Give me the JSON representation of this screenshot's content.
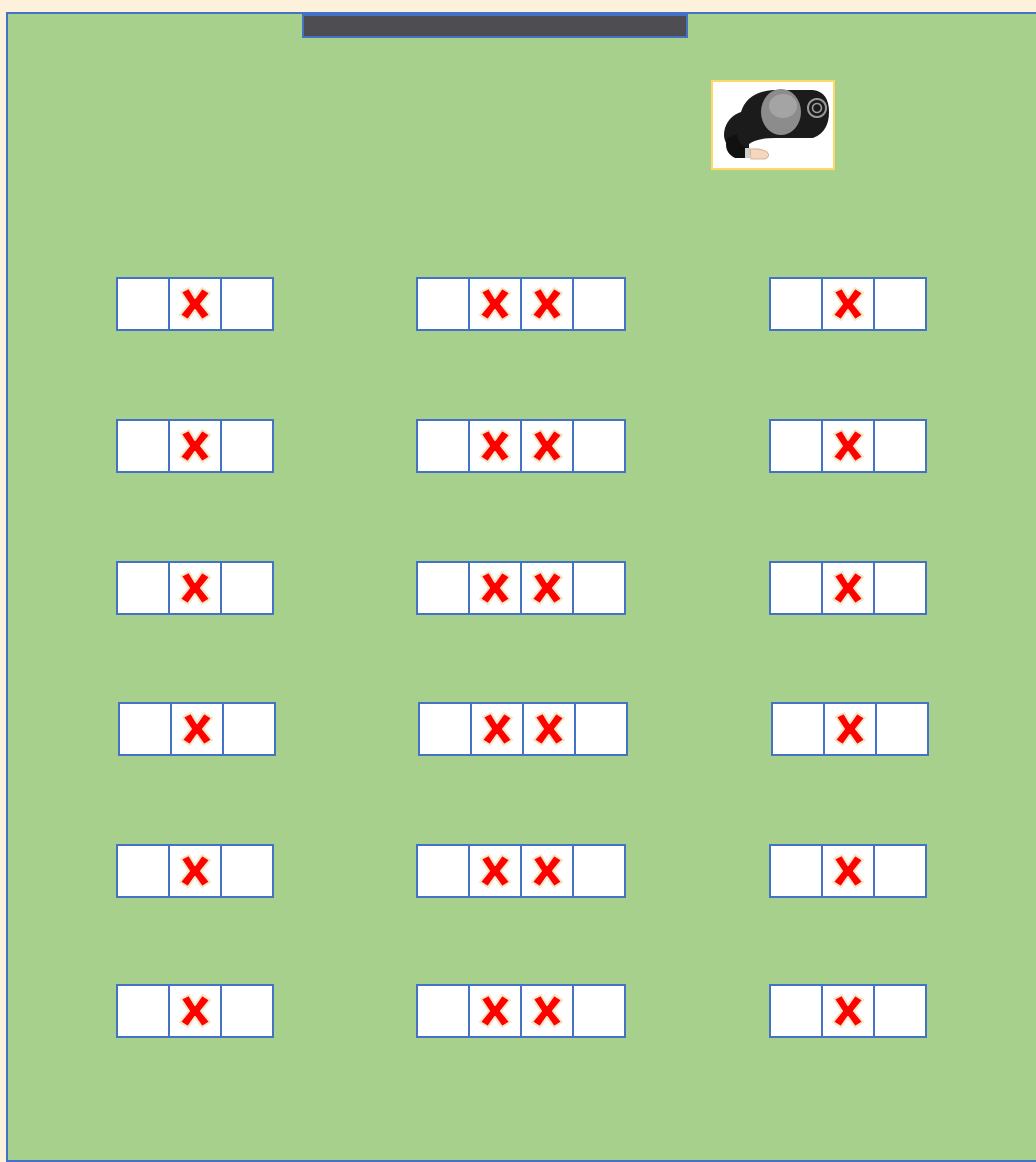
{
  "room": {
    "background_color": "#a8d08d",
    "border_color": "#4472c4",
    "board_color": "#4d4d52",
    "teacher_icon": "teacher-at-desk-icon"
  },
  "seat_marker": {
    "icon": "red-x-icon",
    "color": "#ff0000"
  },
  "desk_rows": [
    {
      "row": 1,
      "desks": [
        {
          "seats": [
            false,
            true,
            false
          ]
        },
        {
          "seats": [
            false,
            true,
            true,
            false
          ]
        },
        {
          "seats": [
            false,
            true,
            false
          ]
        }
      ]
    },
    {
      "row": 2,
      "desks": [
        {
          "seats": [
            false,
            true,
            false
          ]
        },
        {
          "seats": [
            false,
            true,
            true,
            false
          ]
        },
        {
          "seats": [
            false,
            true,
            false
          ]
        }
      ]
    },
    {
      "row": 3,
      "desks": [
        {
          "seats": [
            false,
            true,
            false
          ]
        },
        {
          "seats": [
            false,
            true,
            true,
            false
          ]
        },
        {
          "seats": [
            false,
            true,
            false
          ]
        }
      ]
    },
    {
      "row": 4,
      "desks": [
        {
          "seats": [
            false,
            true,
            false
          ]
        },
        {
          "seats": [
            false,
            true,
            true,
            false
          ]
        },
        {
          "seats": [
            false,
            true,
            false
          ]
        }
      ]
    },
    {
      "row": 5,
      "desks": [
        {
          "seats": [
            false,
            true,
            false
          ]
        },
        {
          "seats": [
            false,
            true,
            true,
            false
          ]
        },
        {
          "seats": [
            false,
            true,
            false
          ]
        }
      ]
    },
    {
      "row": 6,
      "desks": [
        {
          "seats": [
            false,
            true,
            false
          ]
        },
        {
          "seats": [
            false,
            true,
            true,
            false
          ]
        },
        {
          "seats": [
            false,
            true,
            false
          ]
        }
      ]
    }
  ]
}
